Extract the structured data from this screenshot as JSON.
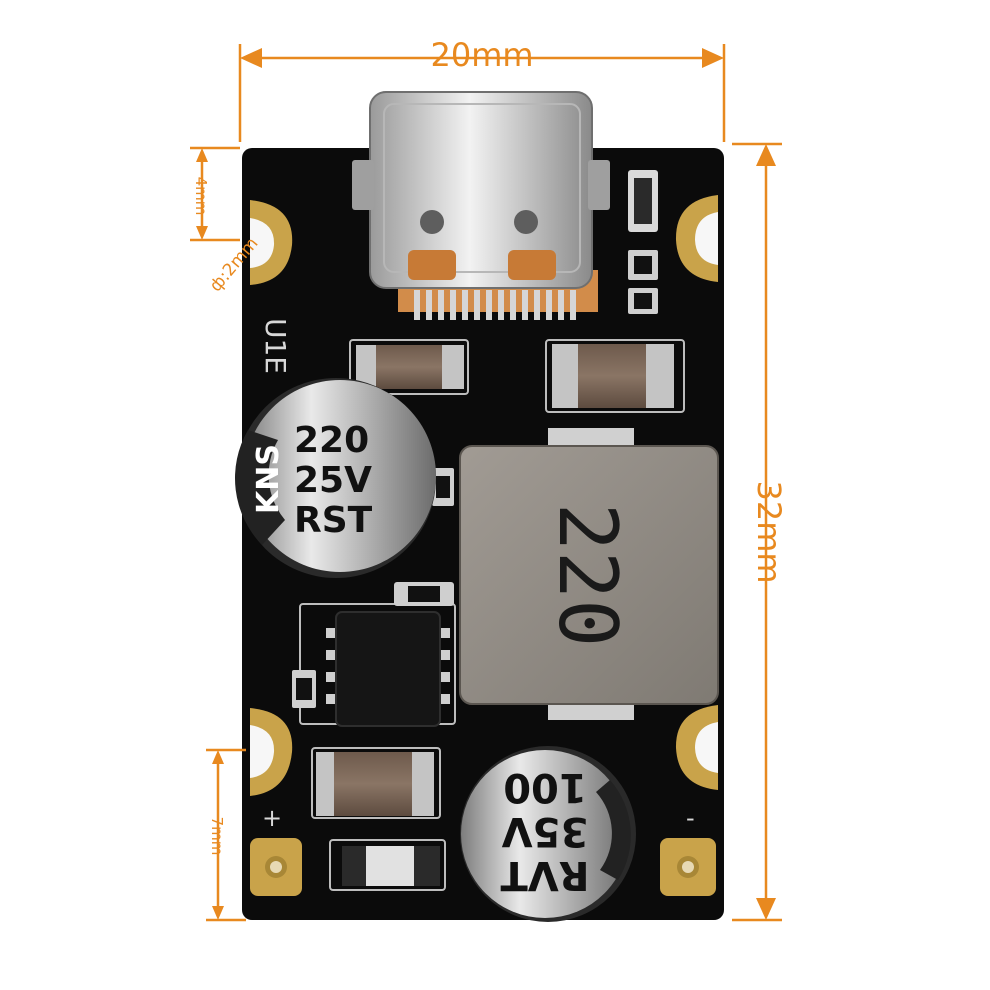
{
  "dimensions": {
    "width_label": "20mm",
    "height_label": "32mm",
    "hole_offset_label": "4mm",
    "hole_diameter_label": "ф:2mm",
    "pad_offset_label": "7mm"
  },
  "board_markings": {
    "ic_label": "U1E",
    "plus": "+",
    "minus": "-"
  },
  "capacitor_top": {
    "lines": [
      "220",
      "25V",
      "RST"
    ],
    "brand": "KNS"
  },
  "capacitor_bottom": {
    "lines": [
      "RVT",
      "35V",
      "100"
    ]
  },
  "inductor": {
    "label": "220"
  },
  "colors": {
    "dimension": "#E8891F",
    "pcb": "#0b0b0b",
    "copper": "#c9a34a",
    "inductor": "#8f8a83"
  }
}
